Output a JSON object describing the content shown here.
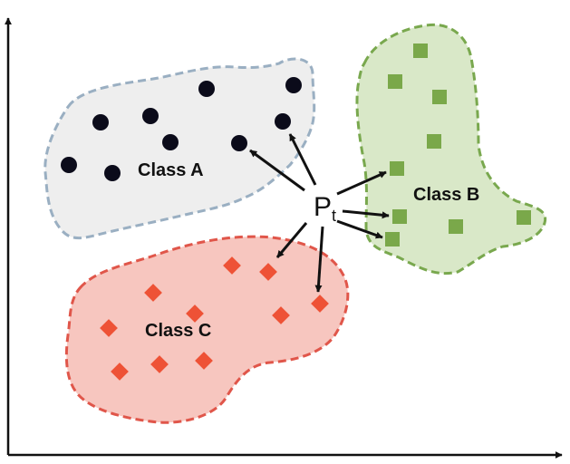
{
  "classes": {
    "a": {
      "label": "Class A",
      "fill": "#eeeeee",
      "stroke": "#9aafc2",
      "marker": "circle",
      "marker_color": "#0b0b1a"
    },
    "b": {
      "label": "Class B",
      "fill": "#d9e8c8",
      "stroke": "#79a84e",
      "marker": "square",
      "marker_color": "#7aa84a"
    },
    "c": {
      "label": "Class C",
      "fill": "#f7c6bf",
      "stroke": "#e0564a",
      "marker": "diamond",
      "marker_color": "#ee5236"
    }
  },
  "query_point": {
    "letter": "P",
    "subscript": "t"
  },
  "colors": {
    "axis": "#111111",
    "arrow": "#111111"
  }
}
